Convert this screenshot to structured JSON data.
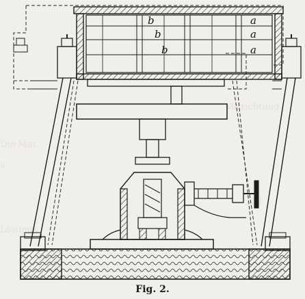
{
  "figure": {
    "caption": "Fig. 2.",
    "labels": {
      "b1": "b",
      "b2": "b",
      "b3": "b",
      "a1": "a",
      "a2": "a",
      "a3": "a"
    }
  }
}
